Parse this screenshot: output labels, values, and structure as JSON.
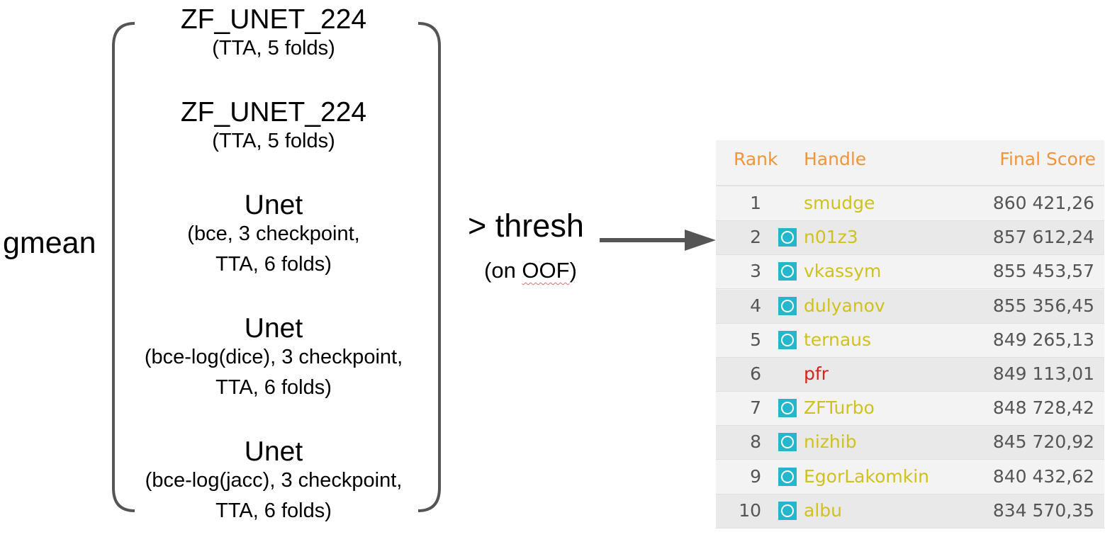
{
  "ensemble": {
    "combiner_label": "gmean",
    "models": [
      {
        "name": "ZF_UNET_224",
        "desc": [
          "(TTA, 5 folds)"
        ]
      },
      {
        "name": "ZF_UNET_224",
        "desc": [
          "(TTA, 5 folds)"
        ]
      },
      {
        "name": "Unet",
        "desc": [
          "(bce, 3 checkpoint,",
          "TTA, 6 folds)"
        ]
      },
      {
        "name": "Unet",
        "desc": [
          "(bce-log(dice), 3 checkpoint,",
          "TTA, 6 folds)"
        ]
      },
      {
        "name": "Unet",
        "desc": [
          "(bce-log(jacc), 3 checkpoint,",
          "TTA, 6 folds)"
        ]
      }
    ]
  },
  "threshold": {
    "label": "> thresh",
    "note_prefix": "(on ",
    "note_word": "OOF",
    "note_suffix": ")"
  },
  "leaderboard": {
    "headers": {
      "rank": "Rank",
      "handle": "Handle",
      "score": "Final Score"
    },
    "rows": [
      {
        "rank": "1",
        "handle": "smudge",
        "score": "860 421,26",
        "badge": false,
        "handle_color": "yellow"
      },
      {
        "rank": "2",
        "handle": "n01z3",
        "score": "857 612,24",
        "badge": true,
        "handle_color": "yellow"
      },
      {
        "rank": "3",
        "handle": "vkassym",
        "score": "855 453,57",
        "badge": true,
        "handle_color": "yellow"
      },
      {
        "rank": "4",
        "handle": "dulyanov",
        "score": "855 356,45",
        "badge": true,
        "handle_color": "yellow"
      },
      {
        "rank": "5",
        "handle": "ternaus",
        "score": "849 265,13",
        "badge": true,
        "handle_color": "yellow"
      },
      {
        "rank": "6",
        "handle": "pfr",
        "score": "849 113,01",
        "badge": false,
        "handle_color": "red"
      },
      {
        "rank": "7",
        "handle": "ZFTurbo",
        "score": "848 728,42",
        "badge": true,
        "handle_color": "yellow"
      },
      {
        "rank": "8",
        "handle": "nizhib",
        "score": "845 720,92",
        "badge": true,
        "handle_color": "yellow"
      },
      {
        "rank": "9",
        "handle": "EgorLakomkin",
        "score": "840 432,62",
        "badge": true,
        "handle_color": "yellow"
      },
      {
        "rank": "10",
        "handle": "albu",
        "score": "834 570,35",
        "badge": true,
        "handle_color": "yellow"
      }
    ]
  },
  "colors": {
    "header_text": "#f0953a",
    "handle_yellow": "#d1c11d",
    "handle_red": "#d9221c",
    "badge": "#25b6cc",
    "arrow": "#555555",
    "bracket": "#555555"
  }
}
